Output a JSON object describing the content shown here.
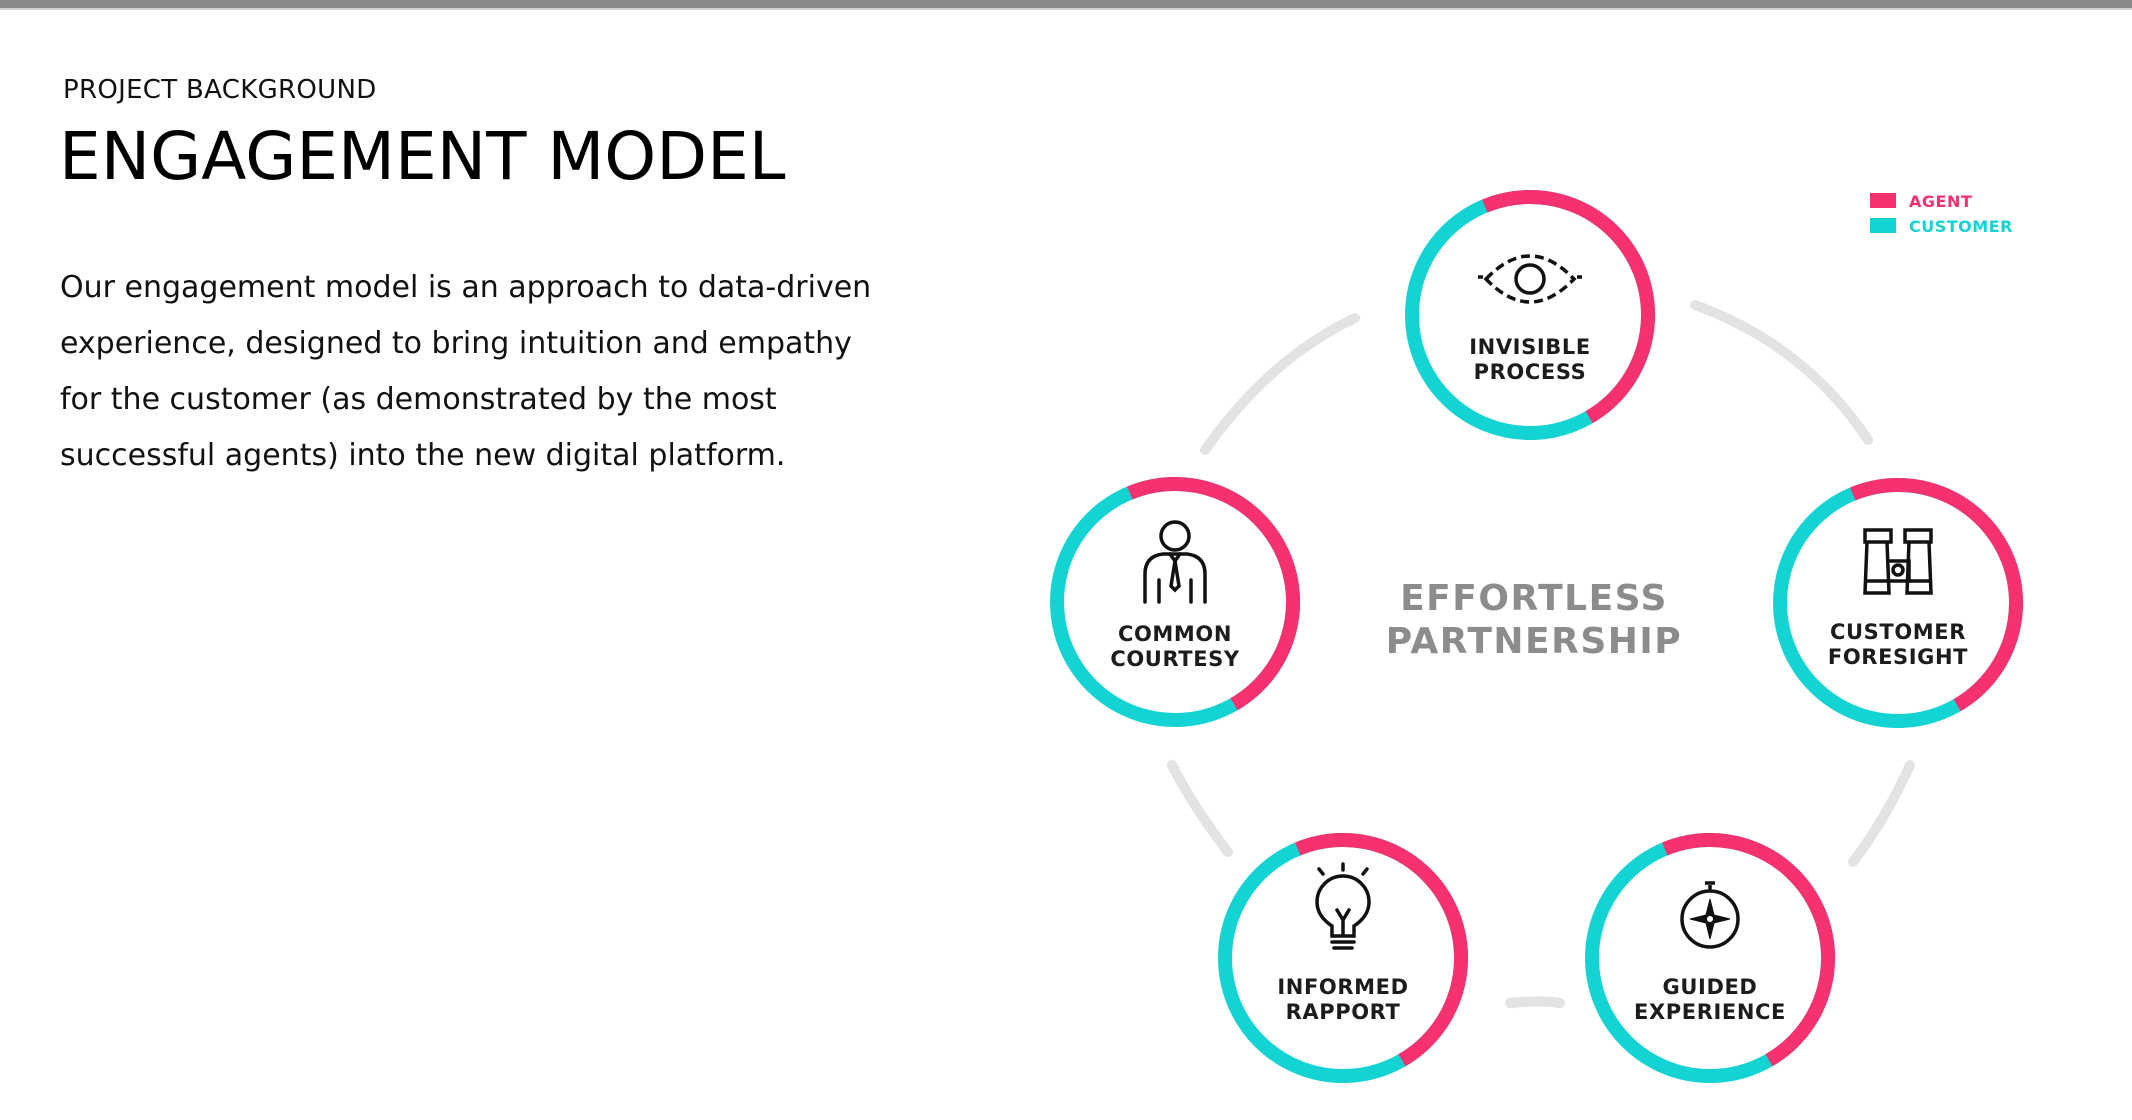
{
  "header": {
    "kicker": "PROJECT BACKGROUND",
    "title": "ENGAGEMENT MODEL"
  },
  "description": {
    "lines": [
      "Our engagement model is an approach to data-driven",
      "experience, designed to bring intuition and empathy",
      "for the customer (as demonstrated by the most",
      "successful agents) into the new digital platform."
    ]
  },
  "diagram": {
    "center_line1": "EFFORTLESS",
    "center_line2": "PARTNERSHIP",
    "legend": [
      {
        "label": "AGENT",
        "color": "#f5316f"
      },
      {
        "label": "CUSTOMER",
        "color": "#14d3d3"
      }
    ],
    "nodes": [
      {
        "id": "invisible-process",
        "line1": "INVISIBLE",
        "line2": "PROCESS",
        "icon": "eye-icon"
      },
      {
        "id": "customer-foresight",
        "line1": "CUSTOMER",
        "line2": "FORESIGHT",
        "icon": "binoculars-icon"
      },
      {
        "id": "guided-experience",
        "line1": "GUIDED",
        "line2": "EXPERIENCE",
        "icon": "compass-icon"
      },
      {
        "id": "informed-rapport",
        "line1": "INFORMED",
        "line2": "RAPPORT",
        "icon": "lightbulb-icon"
      },
      {
        "id": "common-courtesy",
        "line1": "COMMON",
        "line2": "COURTESY",
        "icon": "person-icon"
      }
    ],
    "colors": {
      "agent": "#f5316f",
      "customer": "#14d3d3",
      "arrow": "#e3e3e3",
      "center_text": "#8c8c8c"
    }
  }
}
